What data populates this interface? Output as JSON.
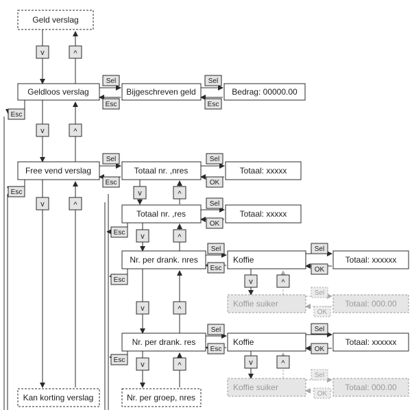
{
  "nodes": {
    "geld_verslag": "Geld verslag",
    "geldloos_verslag": "Geldloos verslag",
    "bijgeschreven_geld": "Bijgeschreven geld",
    "bedrag": "Bedrag: 00000.00",
    "free_vend_verslag": "Free vend verslag",
    "totaal_nr_nres": "Totaal nr. ,nres",
    "totaal_xxxxx_1": "Totaal: xxxxx",
    "totaal_nr_res": "Totaal nr. ,res",
    "totaal_xxxxx_2": "Totaal: xxxxx",
    "nr_per_drank_nres": "Nr. per drank. nres",
    "koffie_1": "Koffie",
    "totaal_xxxxxx_1": "Totaal: xxxxxx",
    "koffie_suiker_1": "Koffie suiker",
    "totaal_000_1": "Totaal: 000.00",
    "nr_per_drank_res": "Nr. per drank. res",
    "koffie_2": "Koffie",
    "totaal_xxxxxx_2": "Totaal: xxxxxx",
    "koffie_suiker_2": "Koffie suiker",
    "totaal_000_2": "Totaal: 000.00",
    "kan_korting_verslag": "Kan korting verslag",
    "nr_per_groep_nres": "Nr. per groep, nres"
  },
  "keys": {
    "down": "v",
    "up": "^",
    "select": "Sel",
    "escape": "Esc",
    "ok": "OK"
  }
}
